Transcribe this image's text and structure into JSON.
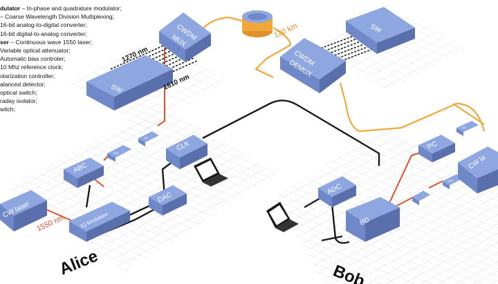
{
  "legend": [
    {
      "abbr": "dulator",
      "desc": " – In-phase and quadrature modulator;"
    },
    {
      "abbr": "",
      "desc": "– Coarse Wavelength Division Multiplexing;"
    },
    {
      "abbr": "",
      "desc": "16-bit analog-to-digital converter;"
    },
    {
      "abbr": "",
      "desc": "16-bit digital-to-analog converter;"
    },
    {
      "abbr": "ser",
      "desc": " – Continuous wave 1550 laser;"
    },
    {
      "abbr": "",
      "desc": "Variable optical attenuator;"
    },
    {
      "abbr": "",
      "desc": "Automatic bias controler;"
    },
    {
      "abbr": "",
      "desc": "10 Mhz reference clock;"
    },
    {
      "abbr": "",
      "desc": "olarization controller;"
    },
    {
      "abbr": "",
      "desc": "alanced detector;"
    },
    {
      "abbr": "",
      "desc": "optical switch;"
    },
    {
      "abbr": "",
      "desc": "raday isolator;"
    },
    {
      "abbr": "",
      "desc": "witch;"
    }
  ],
  "blocks": {
    "cwdm_mux_top": "CWDM",
    "cwdm_mux_bottom": "MUX",
    "cwdm_demux_top": "CWDM",
    "cwdm_demux_bottom": "DEMUX",
    "sw_alice": "SW",
    "sw_bob": "SW",
    "clk": "CLK",
    "abc": "ABC",
    "dac": "DAC",
    "iq_modulator": "IQ Modulator",
    "cw_laser_alice": "CW laser",
    "adc": "ADC",
    "bd": "BD",
    "pc": "PC",
    "cw_laser_bob": "CW la"
  },
  "small_labels": {
    "voa_alice": "VOA",
    "os_alice": "OS",
    "voa_bob": "VOA",
    "os_bob": "OS"
  },
  "annotations": {
    "wl_top": "1270 nm",
    "wl_bottom": "1610 nm",
    "distance": "120 km",
    "wavelength": "1550 nm"
  },
  "parties": {
    "alice": "Alice",
    "bob": "Bob"
  },
  "colors": {
    "block_top": "#8ea7e0",
    "block_front": "#6f88c8",
    "block_side": "#5a70ad",
    "fiber_orange": "#f0a83a",
    "fiber_red": "#e0502a",
    "cable_black": "#1a1a1a",
    "grid": "#d6d6d6"
  }
}
